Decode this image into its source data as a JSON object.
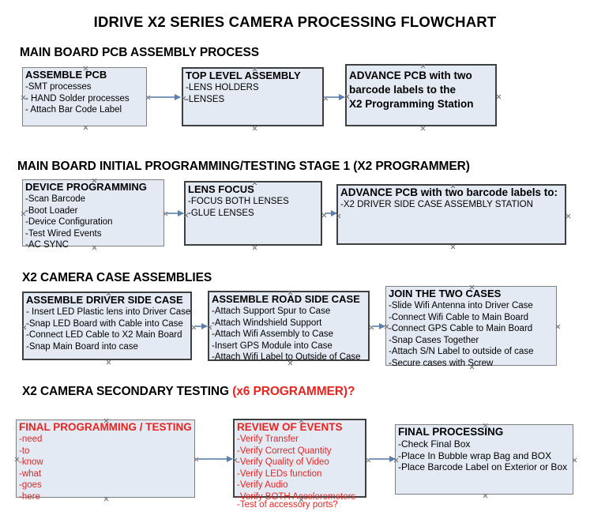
{
  "document": {
    "title": "IDRIVE X2  SERIES CAMERA PROCESSING FLOWCHART",
    "accent_color": "#e8241f",
    "node_fill": "#e4eaf4",
    "node_border": "#808080",
    "connector_color": "#7d98bb"
  },
  "sections": [
    {
      "id": "main-board-pcb-assembly",
      "heading": "MAIN BOARD PCB ASSEMBLY PROCESS",
      "heading_accent": "",
      "nodes": [
        {
          "id": "assemble-pcb",
          "title": "ASSEMBLE PCB",
          "lines": [
            "-SMT processes",
            "- HAND Solder processes",
            "- Attach Bar Code Label"
          ]
        },
        {
          "id": "top-level-assembly",
          "title": "TOP LEVEL ASSEMBLY",
          "lines": [
            "-LENS HOLDERS",
            "-LENSES"
          ]
        },
        {
          "id": "advance-pcb-to-programming-station",
          "title": "ADVANCE PCB with two",
          "lines": [
            "barcode labels to the",
            " X2 Programming Station"
          ]
        }
      ]
    },
    {
      "id": "main-board-initial-programming",
      "heading": "MAIN BOARD INITIAL PROGRAMMING/TESTING STAGE 1 (X2 PROGRAMMER)",
      "heading_accent": "",
      "nodes": [
        {
          "id": "device-programming",
          "title": "DEVICE PROGRAMMING",
          "lines": [
            "-Scan Barcode",
            "-Boot Loader",
            "-Device Configuration",
            "-Test Wired Events",
            "-AC SYNC"
          ]
        },
        {
          "id": "lens-focus",
          "title": "LENS FOCUS",
          "lines": [
            "-FOCUS BOTH LENSES",
            "-GLUE LENSES"
          ]
        },
        {
          "id": "advance-pcb-to-driver-side-case",
          "title": "ADVANCE PCB with two barcode labels to:",
          "lines": [
            "-X2 DRIVER  SIDE  CASE  ASSEMBLY STATION"
          ]
        }
      ]
    },
    {
      "id": "x2-camera-case-assemblies",
      "heading": "X2 CAMERA CASE ASSEMBLIES",
      "heading_accent": "",
      "nodes": [
        {
          "id": "assemble-driver-side-case",
          "title": "ASSEMBLE DRIVER SIDE CASE",
          "lines": [
            "- Insert LED Plastic lens into Driver Case",
            "-Snap LED Board with Cable into Case",
            "-Connect LED Cable to X2 Main Board",
            "-Snap Main Board into case"
          ]
        },
        {
          "id": "assemble-road-side-case",
          "title": "ASSEMBLE ROAD SIDE CASE",
          "lines": [
            "-Attach Support Spur to Case",
            "-Attach Windshield Support",
            "-Attach Wifi Assembly to Case",
            "-Insert GPS Module into Case",
            "-Attach Wifi Label to Outside of Case"
          ]
        },
        {
          "id": "join-the-two-cases",
          "title": "JOIN THE TWO CASES",
          "lines": [
            "-Slide Wifi Antenna into Driver Case",
            "-Connect Wifi Cable to Main Board",
            "-Connect GPS Cable to Main Board",
            "-Snap Cases Together",
            "-Attach S/N Label to outside of case",
            "-Secure cases with Screw"
          ]
        }
      ]
    },
    {
      "id": "x2-camera-secondary-testing",
      "heading": "X2 CAMERA SECONDARY TESTING ",
      "heading_accent": "(x6 PROGRAMMER)?",
      "nodes": [
        {
          "id": "final-programming-testing",
          "title": "FINAL PROGRAMMING / TESTING",
          "lines": [
            "-need",
            "-to",
            "-know",
            "-what",
            "-goes",
            "-here"
          ]
        },
        {
          "id": "review-of-events",
          "title": "REVIEW OF EVENTS",
          "lines": [
            "-Verify Transfer",
            "-Verify Correct Quantity",
            "-Verify Quality of Video",
            "-Verify LEDs function",
            "-Verify Audio",
            "-Verify BOTH Accelerometers"
          ],
          "overflow_line": "-Test of accessory ports?"
        },
        {
          "id": "final-processing",
          "title": "FINAL PROCESSING",
          "lines": [
            " -Check Final Box",
            "-Place In Bubble wrap Bag and BOX",
            "-Place Barcode Label on Exterior or Box"
          ]
        }
      ]
    }
  ]
}
